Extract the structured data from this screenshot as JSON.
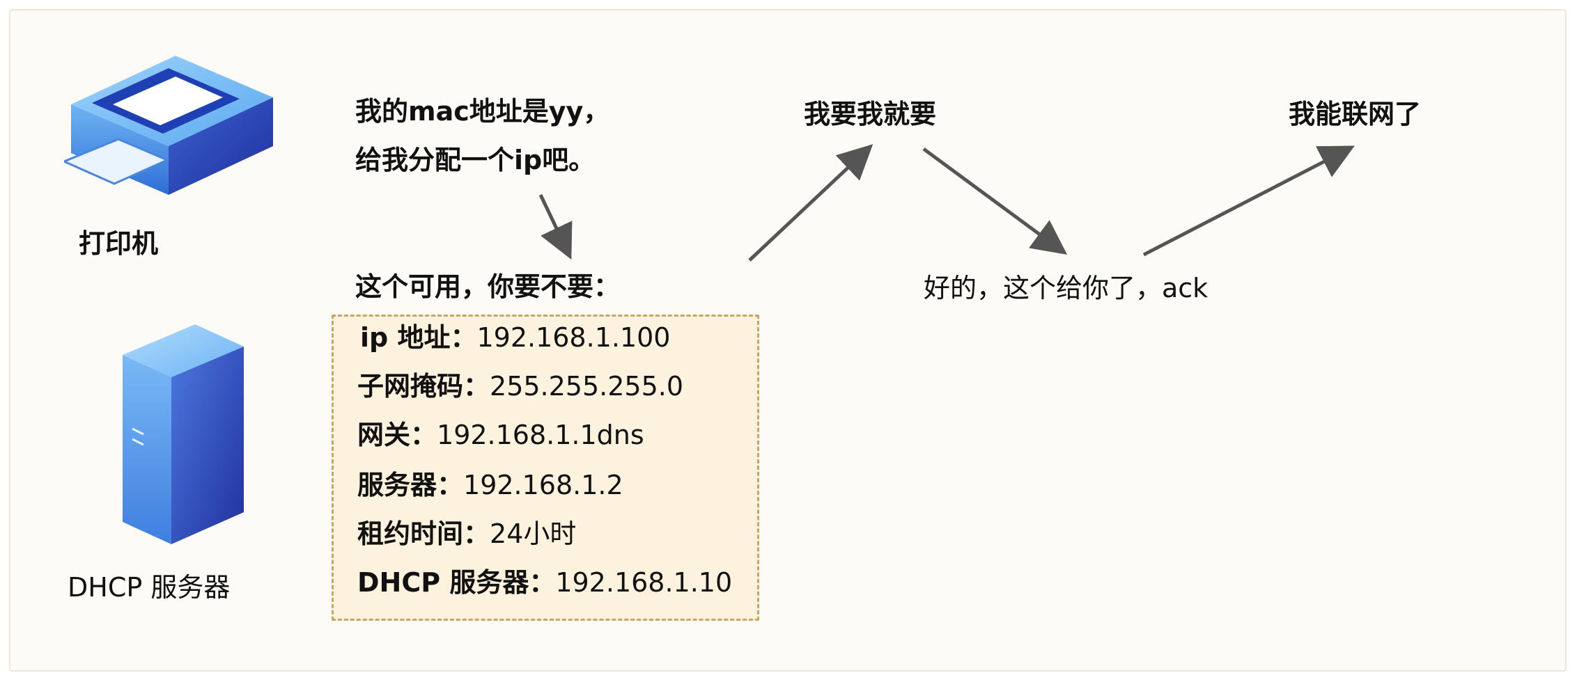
{
  "nodes": {
    "printer_label": "打印机",
    "dhcp_server_label": "DHCP 服务器"
  },
  "messages": {
    "discover_line1": "我的mac地址是yy，",
    "discover_line2": "给我分配一个ip吧。",
    "offer_title": "这个可用，你要不要：",
    "request": "我要我就要",
    "ack": "好的，这个给你了，ack",
    "connected": "我能联网了"
  },
  "offer": {
    "rows": [
      {
        "label": " ip 地址：",
        "value": "192.168.1.100"
      },
      {
        "label": "子网掩码：",
        "value": "255.255.255.0"
      },
      {
        "label": "网关：",
        "value": "192.168.1.1dns"
      },
      {
        "label": "服务器：",
        "value": "192.168.1.2"
      },
      {
        "label": "租约时间：",
        "value": "24小时"
      },
      {
        "label": "DHCP 服务器：",
        "value": "192.168.1.10"
      }
    ]
  },
  "icons": {
    "printer": "printer-icon",
    "server": "server-icon",
    "arrow": "arrow-icon"
  },
  "colors": {
    "panel_bg": "#fcfbf8",
    "box_bg": "#fdf2de",
    "box_border": "#c9a663",
    "arrow": "#555555",
    "icon_blue_light": "#6fb9f6",
    "icon_blue_dark": "#2a4bbf"
  }
}
